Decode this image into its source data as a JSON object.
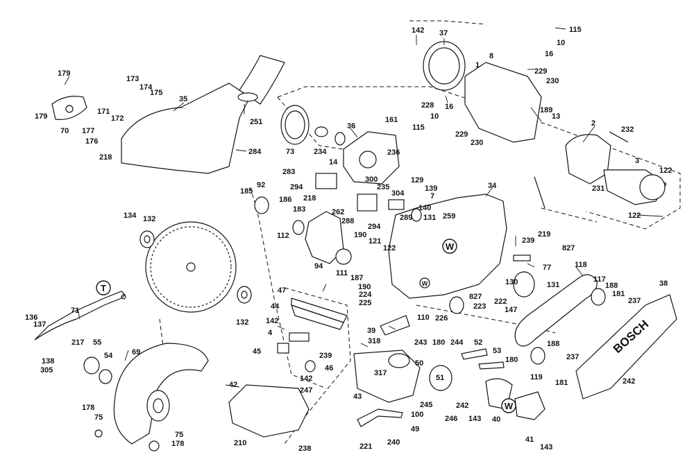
{
  "labels": {
    "p142a": "142",
    "p37": "37",
    "p115a": "115",
    "p10a": "10",
    "p16a": "16",
    "p8": "8",
    "p1": "1",
    "p229a": "229",
    "p230a": "230",
    "p179a": "179",
    "p179b": "179",
    "p173": "173",
    "p174": "174",
    "p175": "175",
    "p35": "35",
    "p171": "171",
    "p172": "172",
    "p177": "177",
    "p176": "176",
    "p70": "70",
    "p218a": "218",
    "p251": "251",
    "p284": "284",
    "p228": "228",
    "p16b": "16",
    "p10b": "10",
    "p115b": "115",
    "p229b": "229",
    "p230b": "230",
    "p189": "189",
    "p13": "13",
    "p2": "2",
    "p232": "232",
    "p36": "36",
    "p161": "161",
    "p73": "73",
    "p234": "234",
    "p14": "14",
    "p236": "236",
    "p235": "235",
    "p300": "300",
    "p283": "283",
    "p294a": "294",
    "p129": "129",
    "p139": "139",
    "p304": "304",
    "p7": "7",
    "p3": "3",
    "p122a": "122",
    "p231": "231",
    "p122b": "122",
    "p185": "185",
    "p92": "92",
    "p218b": "218",
    "p186": "186",
    "p183": "183",
    "p262": "262",
    "p288": "288",
    "p294b": "294",
    "p289": "289",
    "p140": "140",
    "p131a": "131",
    "p259": "259",
    "p34": "34",
    "p134": "134",
    "p132a": "132",
    "p112": "112",
    "p190a": "190",
    "p121": "121",
    "p122c": "122",
    "p219": "219",
    "p239a": "239",
    "p827a": "827",
    "p77": "77",
    "p94": "94",
    "p111": "111",
    "p187": "187",
    "p190b": "190",
    "p224": "224",
    "p225": "225",
    "p130": "130",
    "p131b": "131",
    "p222": "222",
    "p147": "147",
    "p827b": "827",
    "p118": "118",
    "p117": "117",
    "p188a": "188",
    "p181a": "181",
    "p237a": "237",
    "p38": "38",
    "p71": "71",
    "p47": "47",
    "p44": "44",
    "p132b": "132",
    "p223": "223",
    "p226": "226",
    "p110": "110",
    "p136": "136",
    "p137": "137",
    "p142b": "142",
    "p4": "4",
    "p39": "39",
    "p318": "318",
    "p243": "243",
    "p180a": "180",
    "p244": "244",
    "p52": "52",
    "p53": "53",
    "p180b": "180",
    "p188b": "188",
    "p237b": "237",
    "p181b": "181",
    "p119": "119",
    "p242a": "242",
    "p217": "217",
    "p55": "55",
    "p54": "54",
    "p138": "138",
    "p305": "305",
    "p69": "69",
    "p45": "45",
    "p239b": "239",
    "p46": "46",
    "p142c": "142",
    "p50": "50",
    "p51": "51",
    "p317": "317",
    "p42": "42",
    "p247": "247",
    "p43": "43",
    "p245": "245",
    "p242b": "242",
    "p143a": "143",
    "p40": "40",
    "p246": "246",
    "p100": "100",
    "p178a": "178",
    "p75a": "75",
    "p75b": "75",
    "p178b": "178",
    "p49": "49",
    "p41": "41",
    "p210": "210",
    "p238": "238",
    "p221": "221",
    "p240": "240",
    "p143b": "143"
  },
  "markers": {
    "t1": "T",
    "w1": "W",
    "w2": "W",
    "w3": "W"
  },
  "brand": {
    "text": "BOSCH"
  }
}
